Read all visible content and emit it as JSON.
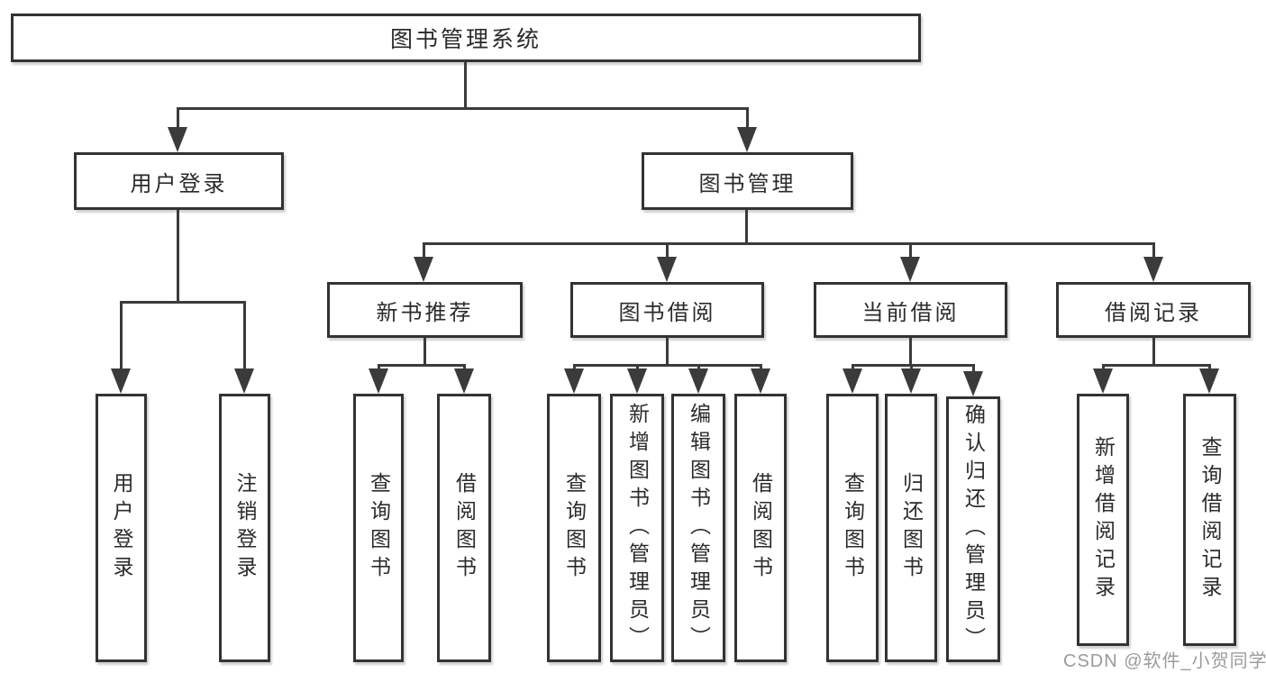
{
  "diagram": {
    "nodes": {
      "root": "图书管理系统",
      "level2": [
        "用户登录",
        "图书管理"
      ],
      "level3": [
        "新书推荐",
        "图书借阅",
        "当前借阅",
        "借阅记录"
      ],
      "leaves": [
        "用户登录",
        "注销登录",
        "查询图书",
        "借阅图书",
        "查询图书",
        "新增图书（管理员）",
        "编辑图书（管理员）",
        "借阅图书",
        "查询图书",
        "归还图书",
        "确认归还（管理员）",
        "新增借阅记录",
        "查询借阅记录"
      ]
    },
    "structure": {
      "图书管理系统": [
        "用户登录",
        "图书管理"
      ],
      "用户登录": [
        "用户登录",
        "注销登录"
      ],
      "图书管理": [
        "新书推荐",
        "图书借阅",
        "当前借阅",
        "借阅记录"
      ],
      "新书推荐": [
        "查询图书",
        "借阅图书"
      ],
      "图书借阅": [
        "查询图书",
        "新增图书（管理员）",
        "编辑图书（管理员）",
        "借阅图书"
      ],
      "当前借阅": [
        "查询图书",
        "归还图书",
        "确认归还（管理员）"
      ],
      "借阅记录": [
        "新增借阅记录",
        "查询借阅记录"
      ]
    },
    "colors": {
      "line": "#3b3b3b",
      "box_border": "#333333",
      "text": "#2b2b2b",
      "background": "#ffffff",
      "watermark": "#9b9b9b"
    }
  },
  "watermark": {
    "text": "CSDN @软件_小贺同学"
  }
}
